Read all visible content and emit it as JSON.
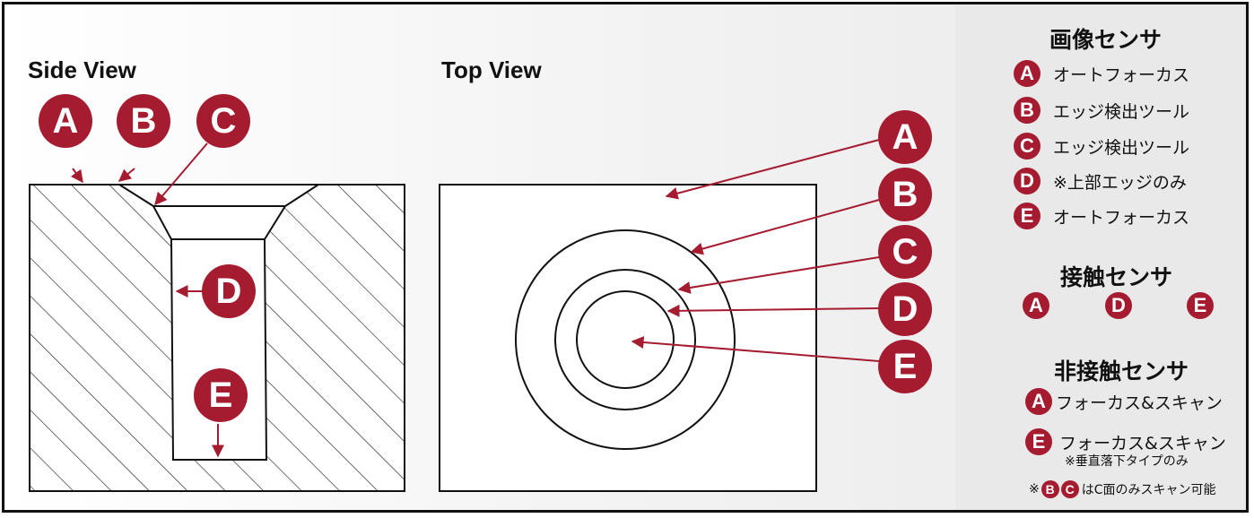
{
  "side_view": {
    "title": "Side View",
    "badges": [
      "A",
      "B",
      "C",
      "D",
      "E"
    ]
  },
  "top_view": {
    "title": "Top View",
    "badges": [
      "A",
      "B",
      "C",
      "D",
      "E"
    ]
  },
  "legend": {
    "image_sensor": {
      "title": "画像センサ",
      "items": [
        {
          "badge": "A",
          "text": "オートフォーカス"
        },
        {
          "badge": "B",
          "text": "エッジ検出ツール"
        },
        {
          "badge": "C",
          "text": "エッジ検出ツール"
        },
        {
          "badge": "D",
          "text": "※上部エッジのみ"
        },
        {
          "badge": "E",
          "text": "オートフォーカス"
        }
      ]
    },
    "contact_sensor": {
      "title": "接触センサ",
      "badges": [
        "A",
        "D",
        "E"
      ]
    },
    "noncontact_sensor": {
      "title": "非接触センサ",
      "items": [
        {
          "badge": "A",
          "text": "フォーカス&スキャン"
        },
        {
          "badge": "E",
          "text": "フォーカス&スキャン"
        }
      ],
      "sub_note": "※垂直落下タイプのみ"
    },
    "footnote": {
      "prefix": "※",
      "badges": [
        "B",
        "C"
      ],
      "text": "はC面のみスキャン可能"
    }
  },
  "colors": {
    "badge": "#a51c30",
    "outline": "#111111",
    "legend_bg": "#e9e9e9"
  }
}
